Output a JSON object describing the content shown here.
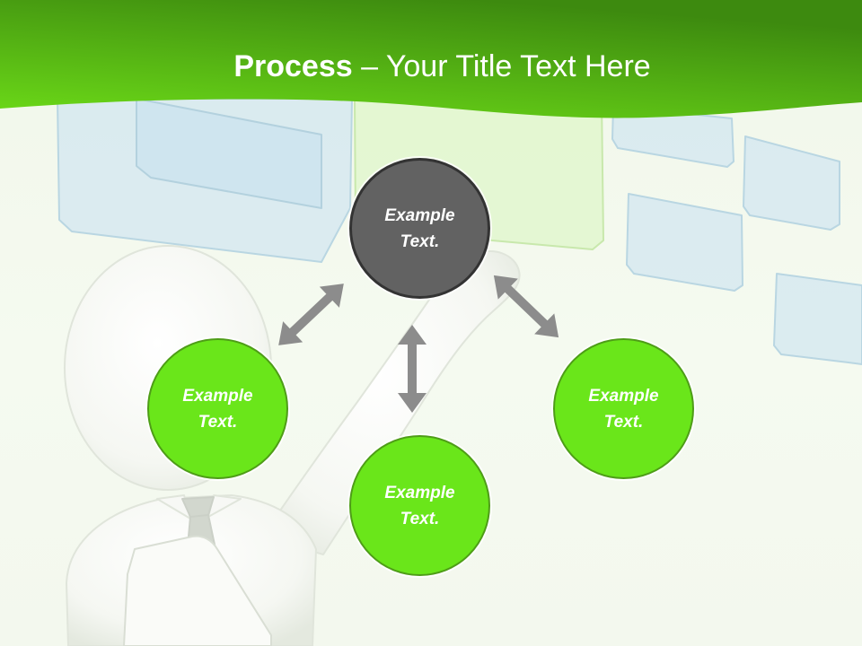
{
  "slide": {
    "title_bold": "Process",
    "title_rest": " – Your Title Text Here"
  },
  "diagram": {
    "nodes": [
      {
        "label": "Example Text.",
        "fill": "#626262",
        "border": "#333333"
      },
      {
        "label": "Example Text.",
        "fill": "#6ae61a",
        "border": "#4e9d17"
      },
      {
        "label": "Example Text.",
        "fill": "#6ae61a",
        "border": "#4e9d17"
      },
      {
        "label": "Example Text.",
        "fill": "#6ae61a",
        "border": "#4e9d17"
      }
    ],
    "connectors": [
      {
        "from": 0,
        "to": 1,
        "color": "#8c8c8c"
      },
      {
        "from": 0,
        "to": 2,
        "color": "#8c8c8c"
      },
      {
        "from": 0,
        "to": 3,
        "color": "#8c8c8c"
      }
    ]
  },
  "colors": {
    "header_dark": "#3d8a0f",
    "header_light": "#6cda18",
    "background": "#f3f8ee",
    "title_text": "#ffffff",
    "node_text": "#ffffff",
    "panel_blue": "#d6e9f0",
    "panel_green": "#e2f6cf"
  }
}
